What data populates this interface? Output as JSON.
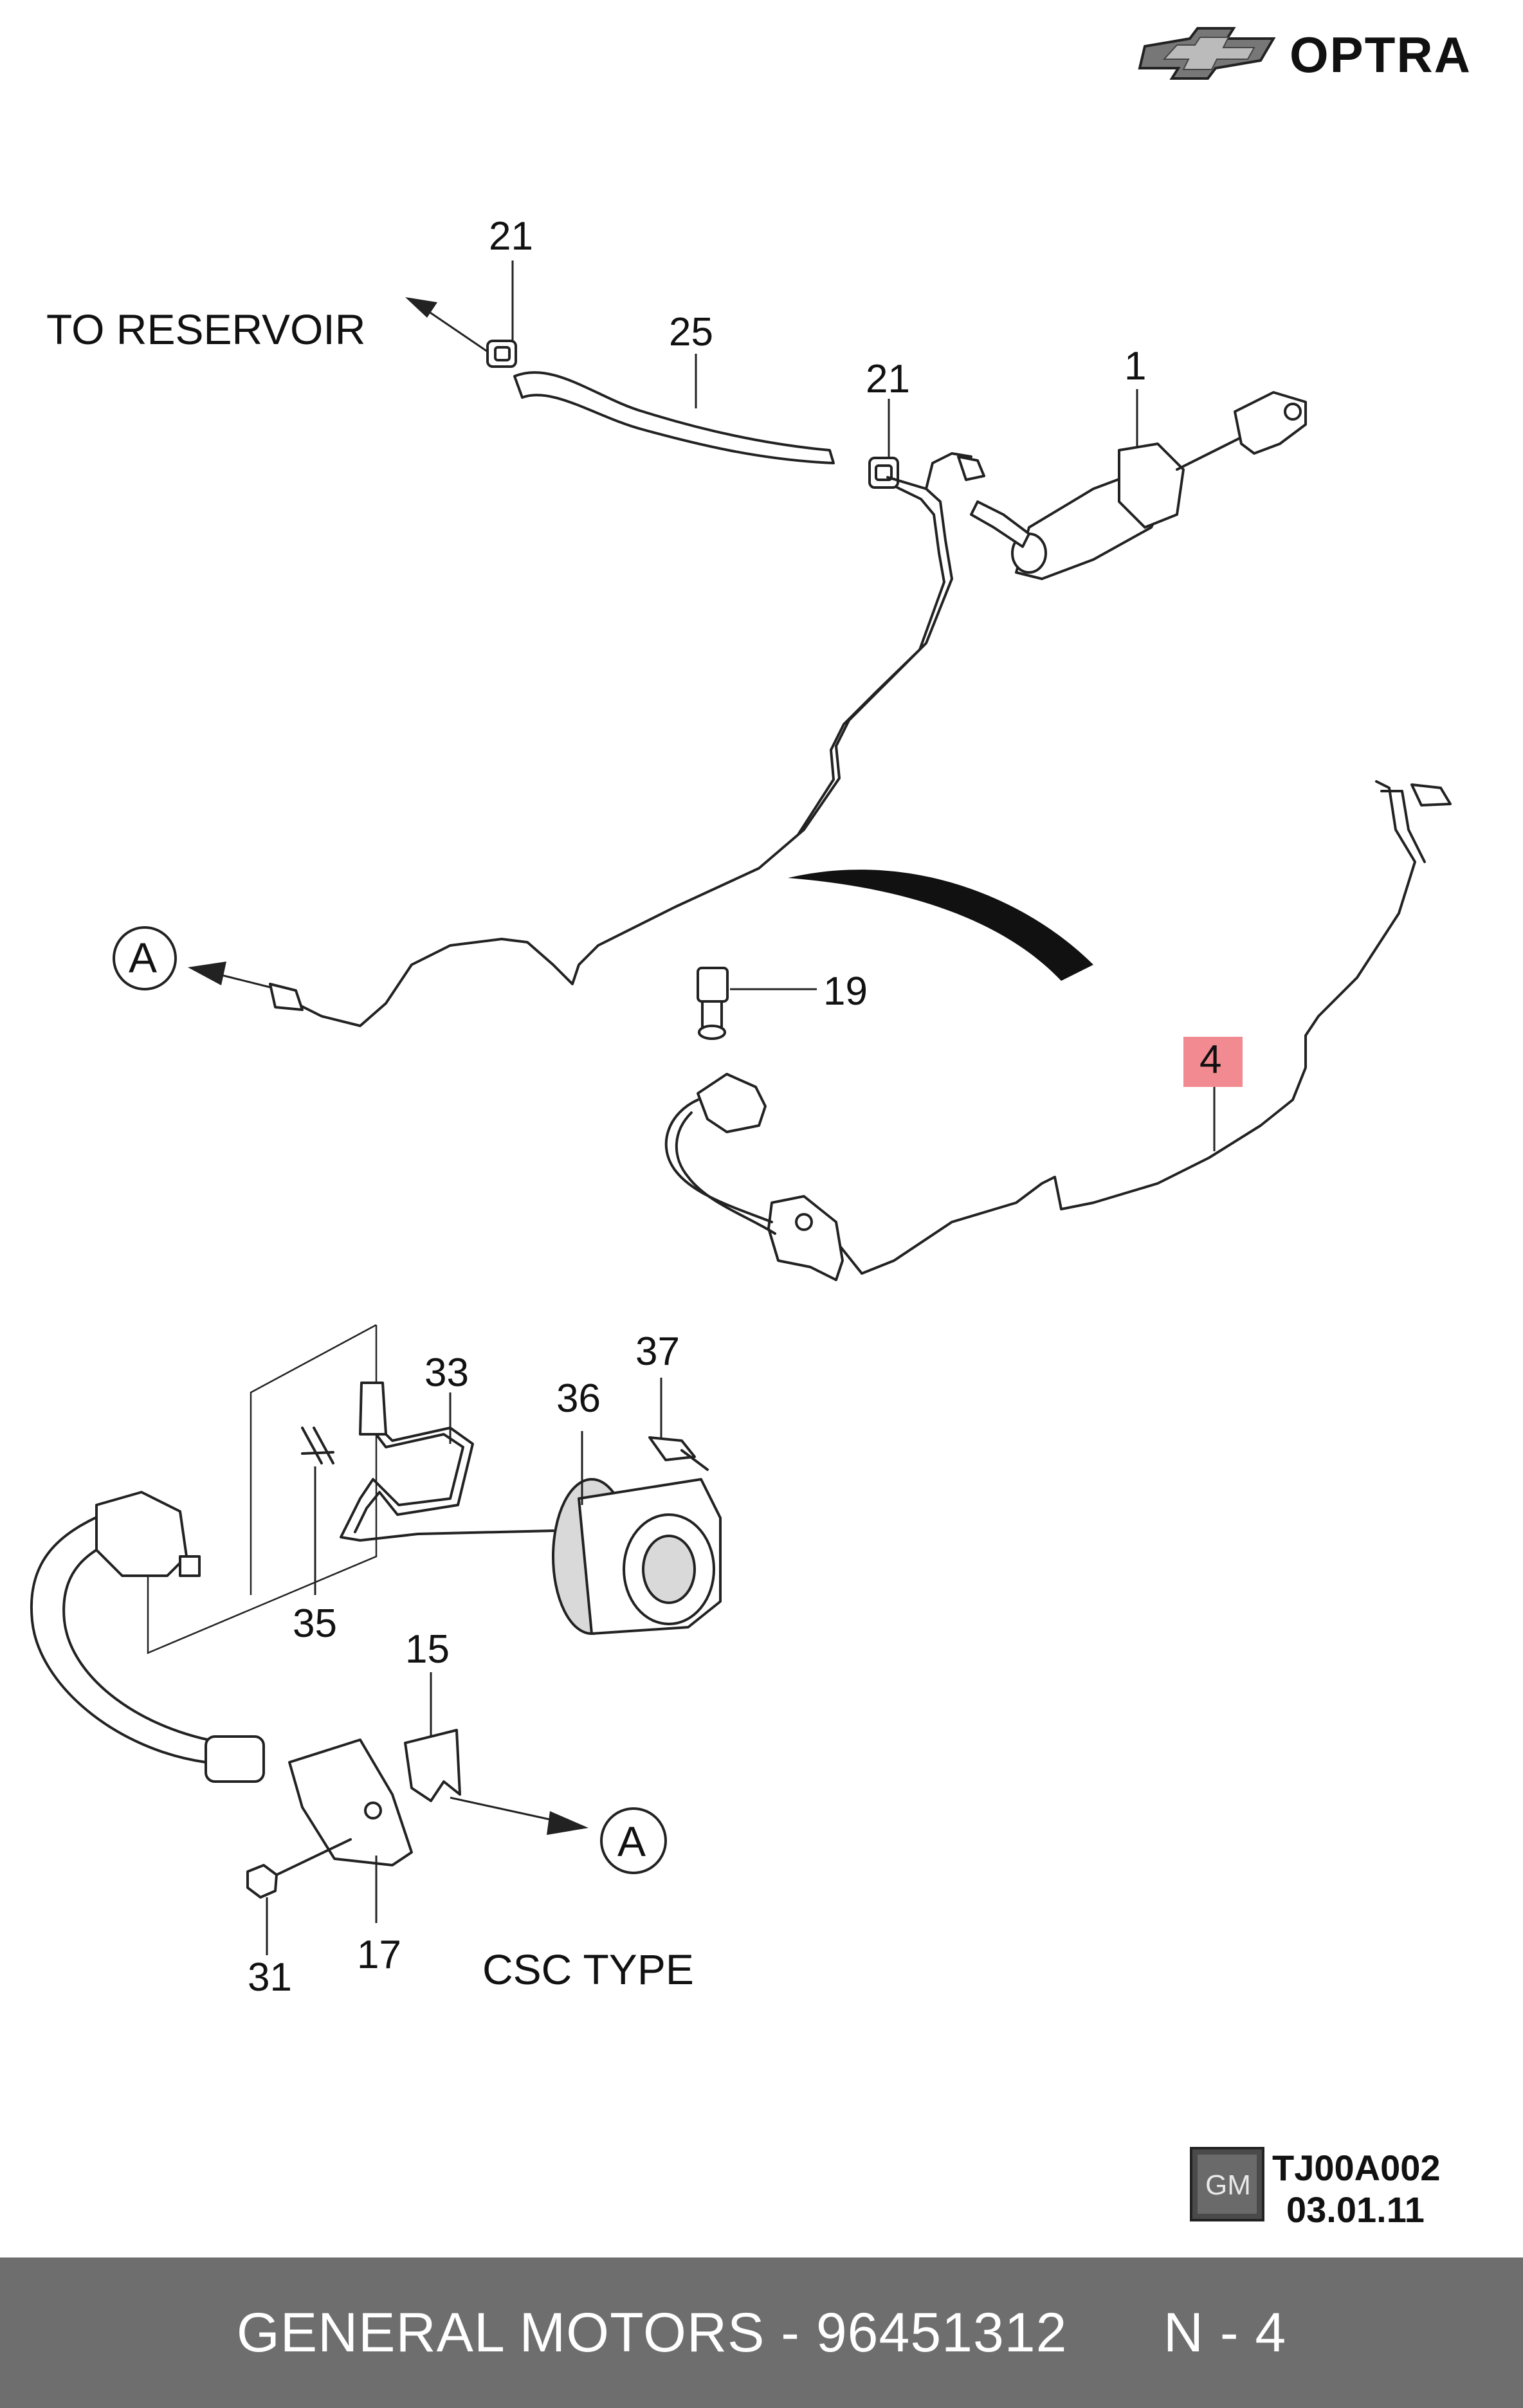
{
  "brand": {
    "name": "OPTRA",
    "logo_icon": "chevrolet-bowtie-icon"
  },
  "labels": {
    "to_reservoir": "TO RESERVOIR",
    "csc_type": "CSC TYPE",
    "connector_a_top": "A",
    "connector_a_bottom": "A"
  },
  "callouts": {
    "c21_top": "21",
    "c25": "25",
    "c21_mid": "21",
    "c1": "1",
    "c19": "19",
    "c4": "4",
    "c33": "33",
    "c36": "36",
    "c37": "37",
    "c35": "35",
    "c15": "15",
    "c17": "17",
    "c31": "31"
  },
  "highlight": {
    "part": "4",
    "color": "#f28b91"
  },
  "reference": {
    "code": "TJ00A002",
    "date": "03.01.11",
    "badge": "GM"
  },
  "footer": {
    "text": "GENERAL MOTORS - 96451312      N - 4",
    "background": "#6e6e6e"
  }
}
